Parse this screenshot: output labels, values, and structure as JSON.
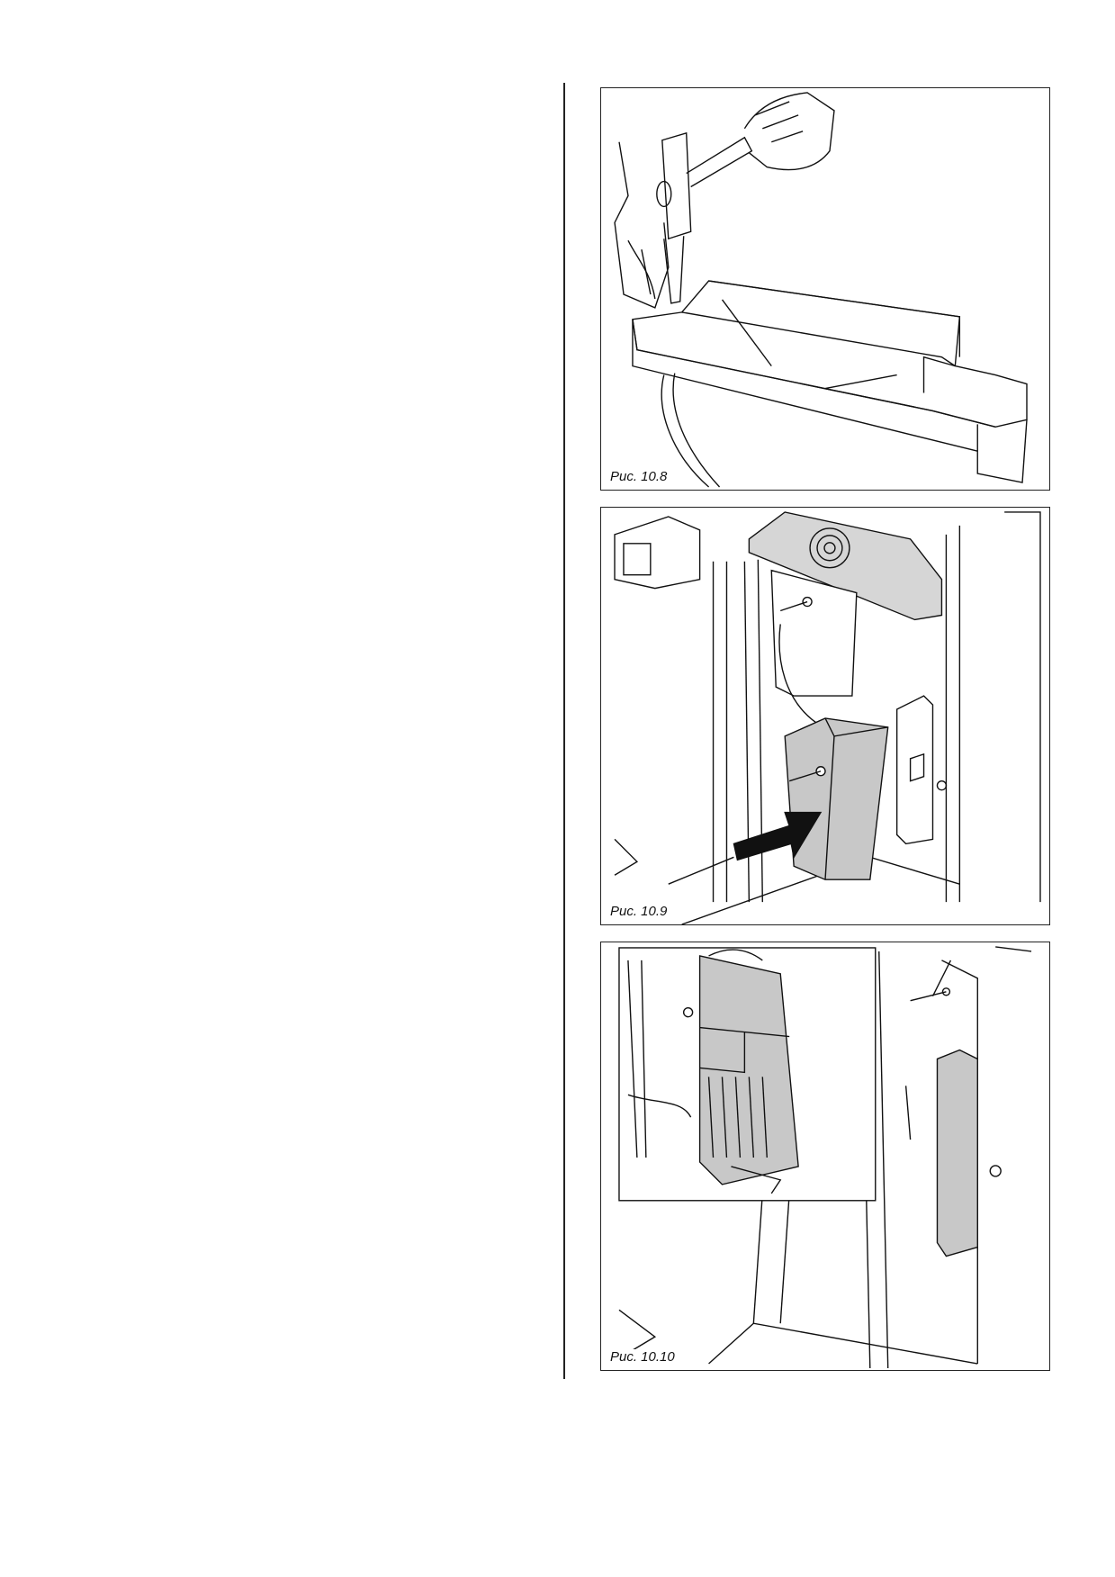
{
  "figures": [
    {
      "caption": "Рис. 10.8"
    },
    {
      "caption": "Рис. 10.9"
    },
    {
      "caption": "Рис. 10.10"
    }
  ]
}
